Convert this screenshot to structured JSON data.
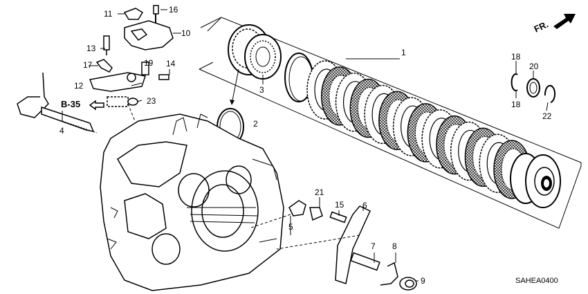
{
  "diagram": {
    "code": "SAHEA0400",
    "direction_label": "FR.",
    "ref_label": "B-35",
    "callouts": [
      "1",
      "2",
      "3",
      "4",
      "5",
      "6",
      "7",
      "8",
      "9",
      "10",
      "11",
      "12",
      "13",
      "14",
      "15",
      "16",
      "17",
      "18",
      "18",
      "19",
      "20",
      "21",
      "22",
      "23"
    ]
  }
}
